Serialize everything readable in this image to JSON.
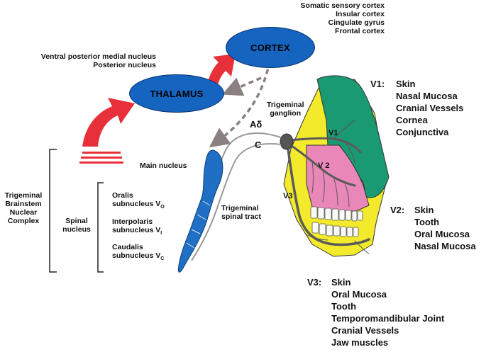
{
  "nodes": {
    "cortex": "CORTEX",
    "thalamus": "THALAMUS"
  },
  "cortex_areas": [
    "Somatic sensory cortex",
    "Insular cortex",
    "Cingulate gyrus",
    "Frontal cortex"
  ],
  "thalamic_nuclei": [
    "Ventral posterior medial nucleus",
    "Posterior nucleus"
  ],
  "brainstem": {
    "complex_label": [
      "Trigeminal",
      "Brainstem",
      "Nuclear",
      "Complex"
    ],
    "spinal_nucleus_label": [
      "Spinal",
      "nucleus"
    ],
    "main_nucleus": "Main nucleus",
    "subnuclei": [
      {
        "name": "Oralis",
        "sub": "subnucleus V",
        "index": "O"
      },
      {
        "name": "Interpolaris",
        "sub": "subnucleus V",
        "index": "I"
      },
      {
        "name": "Caudalis",
        "sub": "subnucleus V",
        "index": "C"
      }
    ],
    "spinal_tract": [
      "Trigeminal",
      "spinal tract"
    ]
  },
  "fibers": {
    "a_delta": "Aδ",
    "c": "C"
  },
  "ganglion": [
    "Trigeminal",
    "ganglion"
  ],
  "divisions": {
    "v1": {
      "label": "V1",
      "heading": "V1:",
      "items": [
        "Skin",
        "Nasal Mucosa",
        "Cranial Vessels",
        "Cornea",
        "Conjunctiva"
      ]
    },
    "v2": {
      "label": "V 2",
      "heading": "V2:",
      "items": [
        "Skin",
        "Tooth",
        "Oral Mucosa",
        "Nasal Mucosa"
      ]
    },
    "v3": {
      "label": "V3",
      "heading": "V3:",
      "items": [
        "Skin",
        "Oral Mucosa",
        "Tooth",
        "Temporomandibular Joint",
        "Cranial Vessels",
        "Jaw muscles"
      ]
    }
  },
  "colors": {
    "node_fill": "#1565c0",
    "arrow_red": "#e8303a",
    "nucleus_blue": "#1f6fc4",
    "v1_green": "#1a9a72",
    "v2_pink": "#e887b8",
    "v3_yellow": "#f2ea2a",
    "nerve_gray": "#5a5a5a",
    "dashed_arrow": "#8a8080"
  }
}
